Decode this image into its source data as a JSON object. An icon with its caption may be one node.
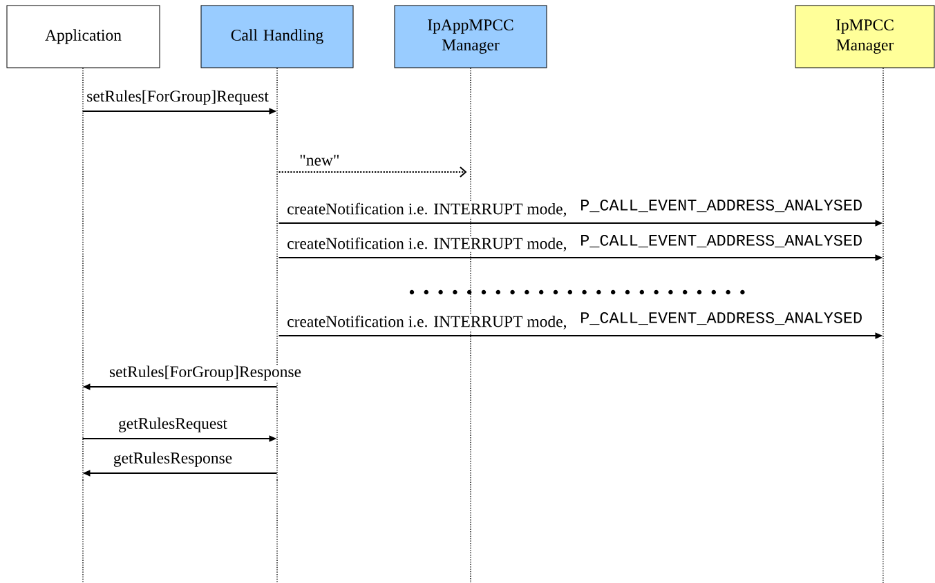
{
  "diagram": {
    "nodes": [
      {
        "text": [
          "Application"
        ]
      },
      {
        "text": [
          "Call Handling"
        ]
      },
      {
        "text": [
          "IpAppMPCC Manager"
        ]
      },
      {
        "text": [
          "IpMPCC Manager"
        ]
      }
    ],
    "edges": [
      {
        "from": 0,
        "to": 1,
        "arrow": "to",
        "label": "setRules[ForGroup]Request"
      },
      {
        "from": 1,
        "to": 2,
        "arrow": "to",
        "label": "\"new\"",
        "style": "dashed"
      },
      {
        "from": 1,
        "to": 3,
        "arrow": "to",
        "label": "createNotification i.e. INTERRUPT mode,"
      },
      {
        "from": 1,
        "to": 3,
        "arrow": "to",
        "label": "createNotification i.e. INTERRUPT mode,"
      },
      {
        "from": 1,
        "to": 3,
        "arrow": "to",
        "label": "createNotification i.e. INTERRUPT mode,"
      },
      {
        "from": 1,
        "to": 0,
        "arrow": "to",
        "label": "setRules[ForGroup]Response"
      },
      {
        "from": 0,
        "to": 1,
        "arrow": "to",
        "label": "getRulesRequest"
      },
      {
        "from": 1,
        "to": 0,
        "arrow": "to",
        "label": "getRulesResponse"
      }
    ],
    "labels": [
      "P_CALL_EVENT_ADDRESS_ANALYSED",
      "P_CALL_EVENT_ADDRESS_ANALYSED",
      "P_CALL_EVENT_ADDRESS_ANALYSED"
    ]
  }
}
